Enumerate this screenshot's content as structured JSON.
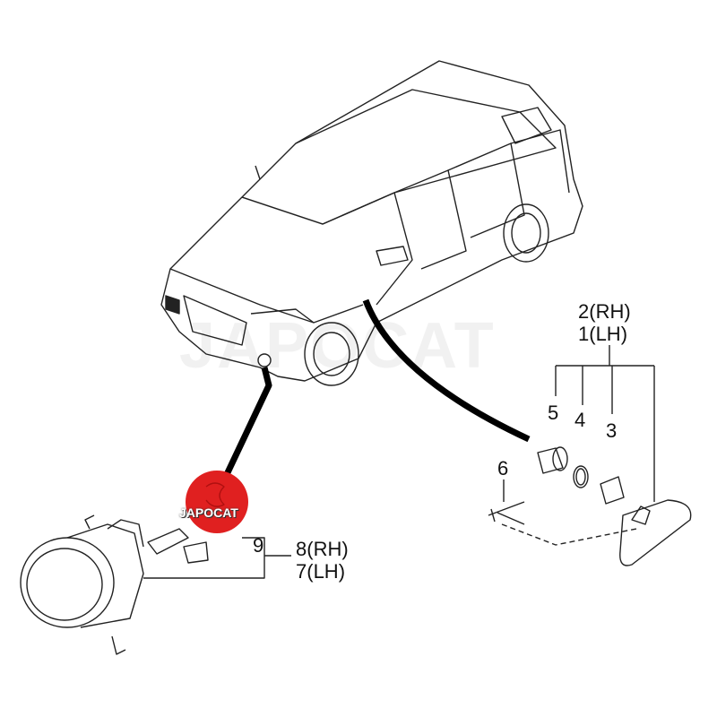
{
  "watermark": "JAPOCAT",
  "logo": {
    "text": "JAPOCAT",
    "color": "#e02020"
  },
  "callouts": {
    "p2": "2",
    "p2_side": "(RH)",
    "p1": "1",
    "p1_side": "(LH)",
    "p5": "5",
    "p4": "4",
    "p3": "3",
    "p6": "6",
    "p9": "9",
    "p8": "8",
    "p8_side": "(RH)",
    "p7": "7",
    "p7_side": "(LH)"
  }
}
